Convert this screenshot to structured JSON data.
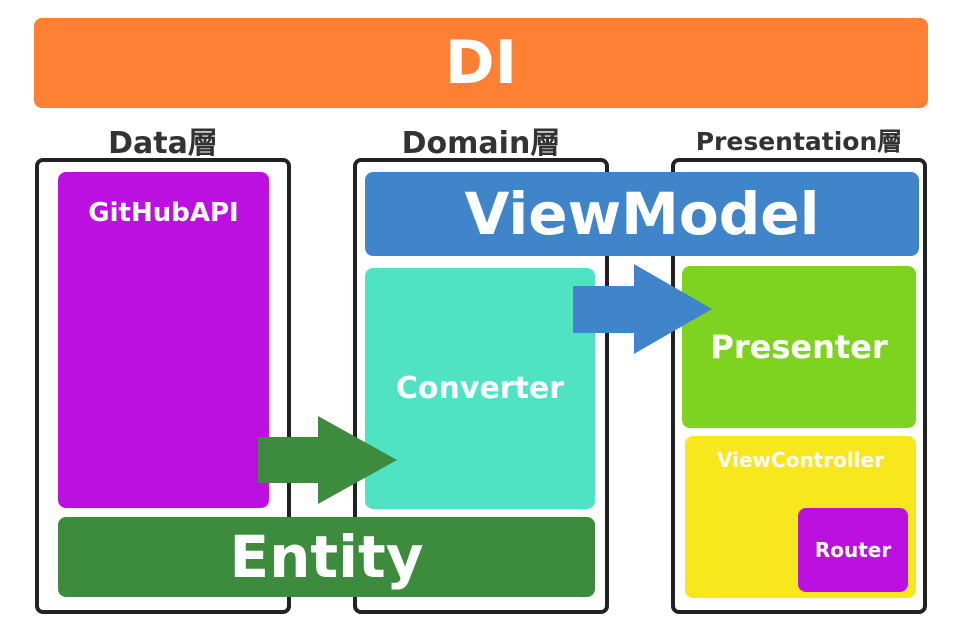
{
  "di": {
    "label": "DI"
  },
  "layers": {
    "data": {
      "title": "Data層"
    },
    "domain": {
      "title": "Domain層"
    },
    "presentation": {
      "title": "Presentation層"
    }
  },
  "components": {
    "github_api": "GitHubAPI",
    "entity": "Entity",
    "converter": "Converter",
    "view_model": "ViewModel",
    "presenter": "Presenter",
    "view_controller": "ViewController",
    "router": "Router"
  },
  "colors": {
    "di": "#fd8035",
    "github_api": "#bb10e0",
    "entity": "#3d8b3d",
    "converter": "#4fe3c3",
    "view_model": "#4084c9",
    "presenter": "#7ed321",
    "view_controller": "#f8e71c",
    "router": "#bb10e0",
    "green_arrow": "#3d8b3d",
    "blue_arrow": "#4084c9"
  }
}
